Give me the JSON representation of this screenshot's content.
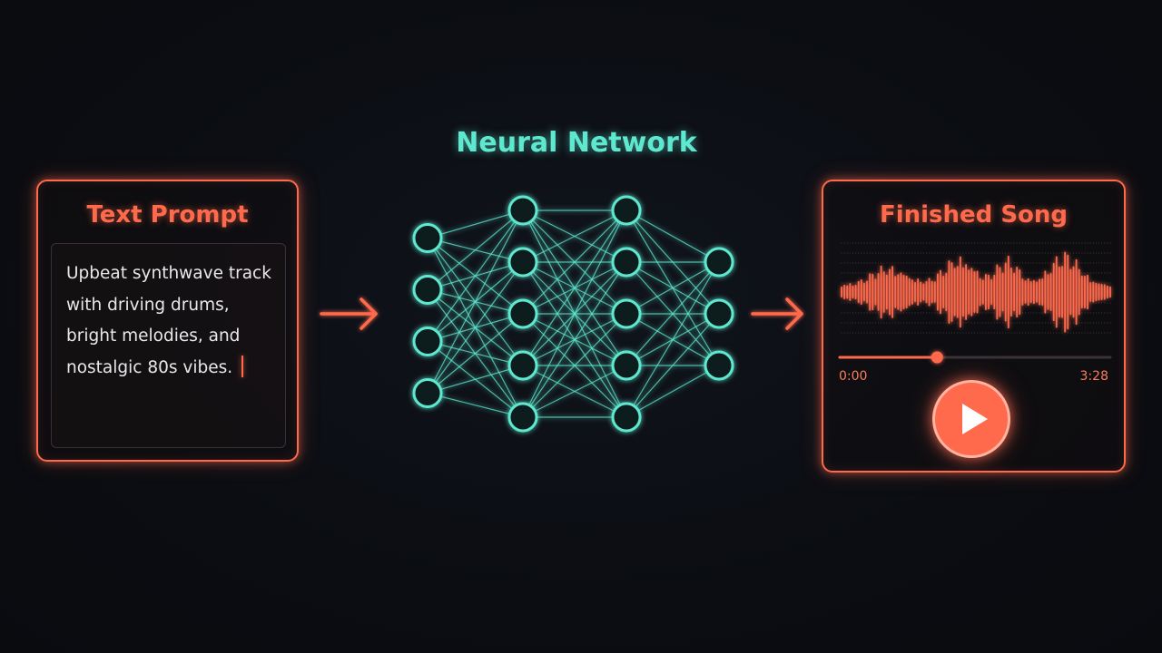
{
  "prompt": {
    "title": "Text Prompt",
    "lines": [
      "Upbeat synthwave track",
      "with driving drums,",
      "bright melodies, and",
      "nostalgic 80s vibes."
    ]
  },
  "network": {
    "title": "Neural Network",
    "layers": [
      4,
      5,
      5,
      3
    ]
  },
  "song": {
    "title": "Finished Song",
    "time_start": "0:00",
    "time_end": "3:28",
    "progress_fraction": 0.36
  },
  "colors": {
    "accent_orange": "#ff6a4d",
    "accent_teal": "#5fe8d0",
    "background": "#0b0d12"
  },
  "icons": {
    "play": "play-icon",
    "arrow": "arrow-right-icon"
  }
}
